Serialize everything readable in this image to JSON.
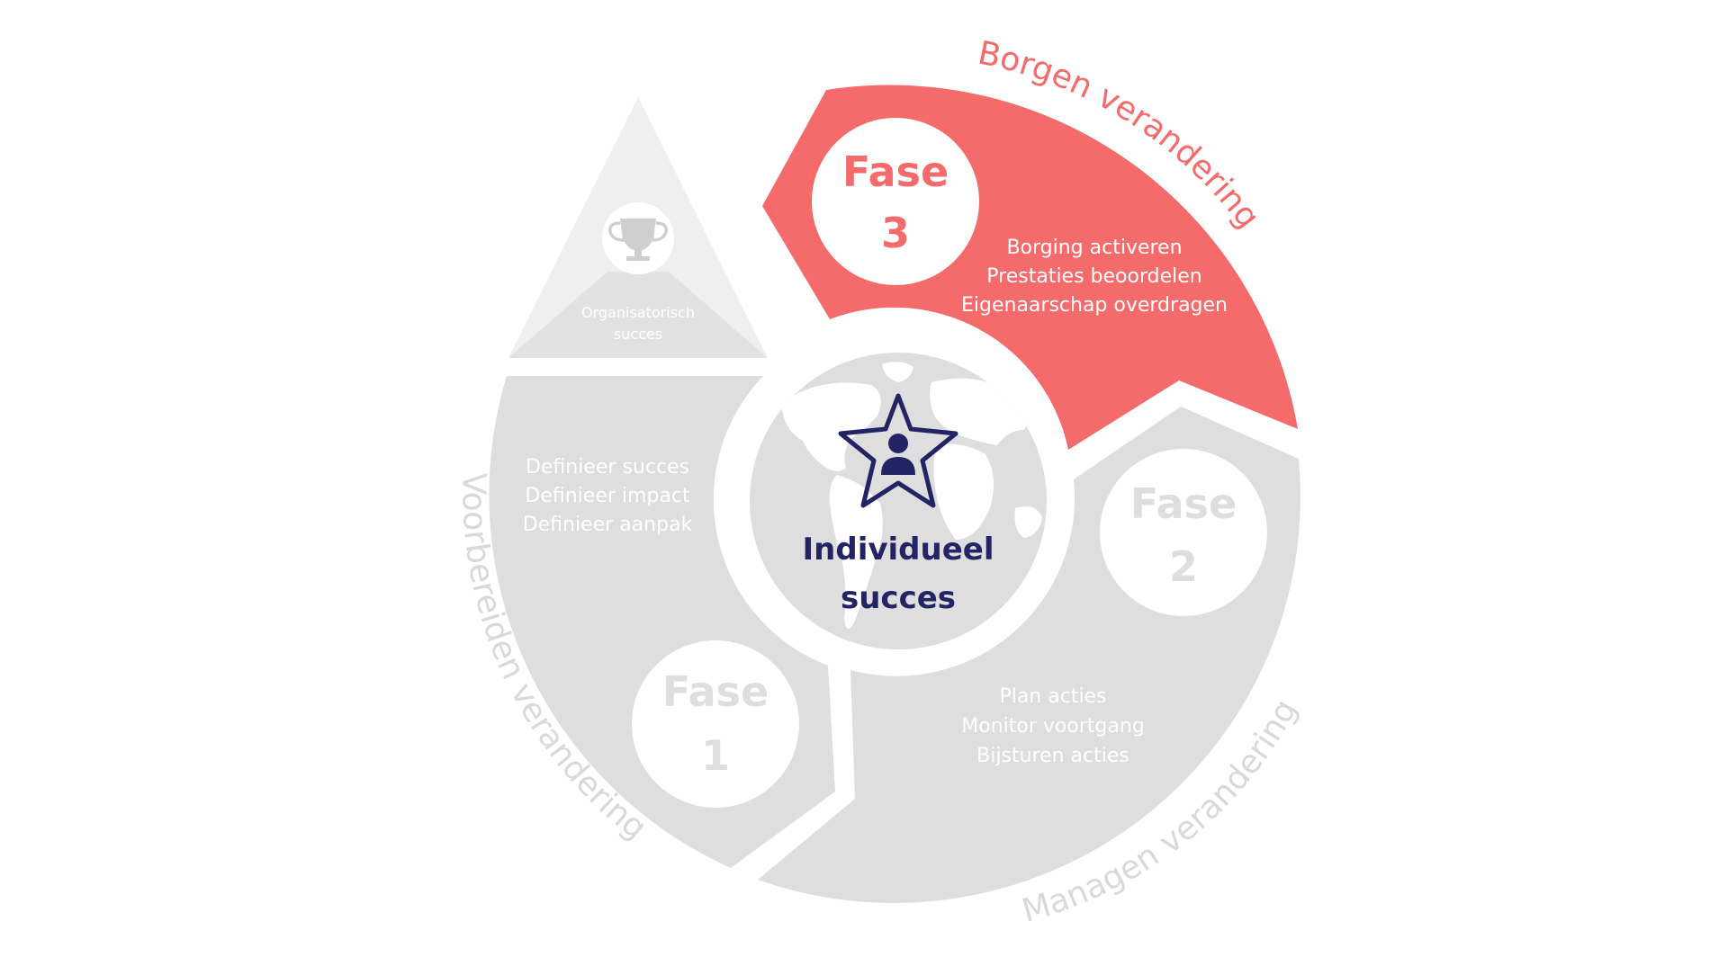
{
  "colors": {
    "active": "#f56b6b",
    "inactive": "#dedede",
    "triangle": "#efefef",
    "triangle_base": "#e2e2e2",
    "navy": "#232463",
    "white": "#ffffff",
    "arc_label_gray": "#d9d9d9"
  },
  "pyramid": {
    "icon": "trophy-icon",
    "line1": "Organisatorisch",
    "line2": "succes"
  },
  "center": {
    "icon": "star-person-icon",
    "background": "world-map",
    "line1": "Individueel",
    "line2": "succes"
  },
  "phases": [
    {
      "fase_label": "Fase",
      "number": "1",
      "arc_label": "Voorbereiden verandering",
      "items": [
        "Definieer succes",
        "Definieer impact",
        "Definieer aanpak"
      ],
      "active": false
    },
    {
      "fase_label": "Fase",
      "number": "2",
      "arc_label": "Managen verandering",
      "items": [
        "Plan acties",
        "Monitor voortgang",
        "Bijsturen acties"
      ],
      "active": false
    },
    {
      "fase_label": "Fase",
      "number": "3",
      "arc_label": "Borgen verandering",
      "items": [
        "Borging activeren",
        "Prestaties beoordelen",
        "Eigenaarschap overdragen"
      ],
      "active": true
    }
  ]
}
